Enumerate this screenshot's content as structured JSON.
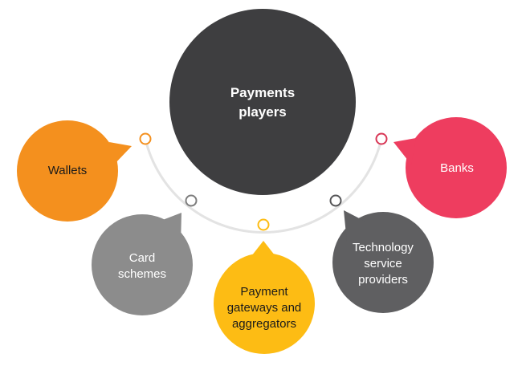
{
  "title": "Payments players",
  "center": {
    "line1": "Payments",
    "line2": "players",
    "color": "#3e3e40"
  },
  "arc_color": "#e3e3e3",
  "players": [
    {
      "id": "wallets",
      "lines": [
        "Wallets"
      ],
      "color": "#f4901e",
      "text_color": "#1a1a1a",
      "node_color": "#f4901e"
    },
    {
      "id": "card-schemes",
      "lines": [
        "Card",
        "schemes"
      ],
      "color": "#8c8c8c",
      "text_color": "#ffffff",
      "node_color": "#7d7d7d"
    },
    {
      "id": "payment-gateways",
      "lines": [
        "Payment",
        "gateways and",
        "aggregators"
      ],
      "color": "#fdbc14",
      "text_color": "#1a1a1a",
      "node_color": "#fdbc14"
    },
    {
      "id": "technology-providers",
      "lines": [
        "Technology",
        "service",
        "providers"
      ],
      "color": "#5f5f61",
      "text_color": "#ffffff",
      "node_color": "#555557"
    },
    {
      "id": "banks",
      "lines": [
        "Banks"
      ],
      "color": "#ee3d5f",
      "text_color": "#ffffff",
      "node_color": "#d83655"
    }
  ]
}
